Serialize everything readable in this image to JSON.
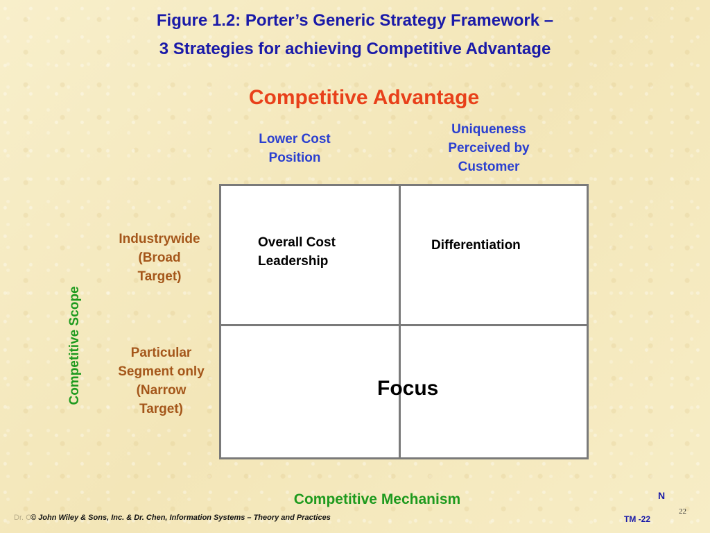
{
  "title": {
    "line1": "Figure 1.2:  Porter’s Generic Strategy Framework –",
    "line2": "3 Strategies for achieving Competitive Advantage"
  },
  "axes": {
    "top_label": "Competitive  Advantage",
    "side_label": "Competitive  Scope",
    "bottom_label": "Competitive Mechanism"
  },
  "columns": [
    {
      "lines": [
        "Lower Cost",
        "Position"
      ]
    },
    {
      "lines": [
        "Uniqueness",
        "Perceived by",
        "Customer"
      ]
    }
  ],
  "rows": [
    {
      "lines": [
        "Industrywide",
        "(Broad",
        "Target)"
      ]
    },
    {
      "lines": [
        "Particular",
        "Segment only",
        "(Narrow",
        "Target)"
      ]
    }
  ],
  "cells": {
    "top_left": [
      "Overall Cost",
      "Leadership"
    ],
    "top_right": "Differentiation",
    "bottom": "Focus"
  },
  "footer": {
    "faded_text": "Dr. C",
    "copyright": "© John Wiley & Sons, Inc. & Dr. Chen, Information Systems – Theory and Practices",
    "slide_id": "TM -22",
    "page_number": "22",
    "mark": "N"
  },
  "colors": {
    "title": "#1a1aa8",
    "accent_red": "#e8401a",
    "column_blue": "#2a3fd0",
    "row_brown": "#a4561a",
    "green": "#1e9a1e",
    "grid_border": "#7a7a7a"
  }
}
